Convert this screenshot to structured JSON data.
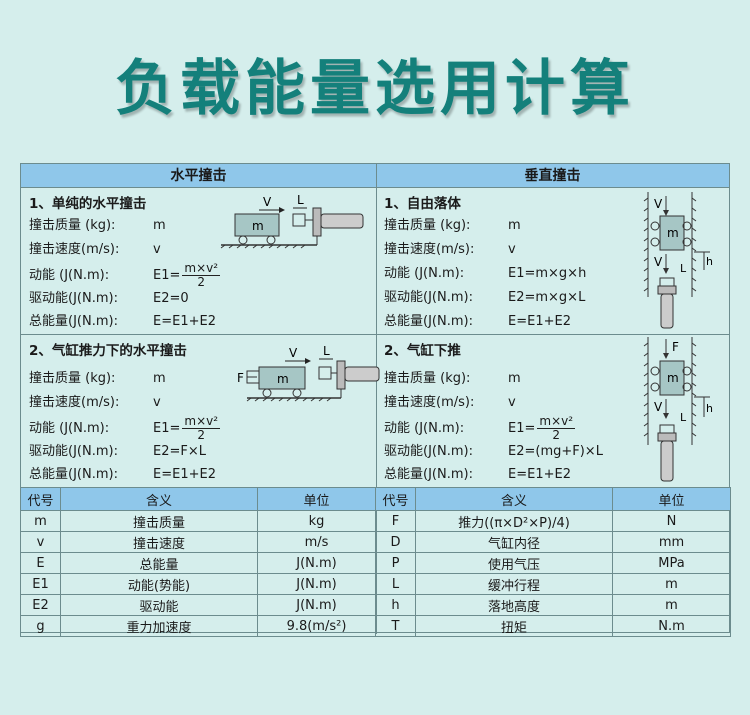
{
  "title": "负载能量选用计算",
  "columns": {
    "left": "水平撞击",
    "right": "垂直撞击"
  },
  "sections": {
    "s1": {
      "title": "1、单纯的水平撞击",
      "rows": [
        {
          "label": "撞击质量 (kg):",
          "value": "m"
        },
        {
          "label": "撞击速度(m/s):",
          "value": "v"
        },
        {
          "label": "动能    (J(N.m):",
          "prefix": "E1=",
          "num": "m×v²",
          "den": "2"
        },
        {
          "label": "驱动能(J(N.m):",
          "value": "E2=0"
        },
        {
          "label": "总能量(J(N.m):",
          "value": "E=E1+E2"
        }
      ],
      "diagram": {
        "mass": "m",
        "v": "V",
        "l": "L"
      }
    },
    "s2": {
      "title": "1、自由落体",
      "rows": [
        {
          "label": "撞击质量 (kg):",
          "value": "m"
        },
        {
          "label": "撞击速度(m/s):",
          "value": "v"
        },
        {
          "label": "动能    (J(N.m):",
          "value": "E1=m×g×h"
        },
        {
          "label": "驱动能(J(N.m):",
          "value": "E2=m×g×L"
        },
        {
          "label": "总能量(J(N.m):",
          "value": "E=E1+E2"
        }
      ],
      "diagram": {
        "mass": "m",
        "v": "V",
        "l": "L",
        "h": "h"
      }
    },
    "s3": {
      "title": "2、气缸推力下的水平撞击",
      "rows": [
        {
          "label": "撞击质量 (kg):",
          "value": "m"
        },
        {
          "label": "撞击速度(m/s):",
          "value": "v"
        },
        {
          "label": "动能    (J(N.m):",
          "prefix": "E1=",
          "num": "m×v²",
          "den": "2"
        },
        {
          "label": "驱动能(J(N.m):",
          "value": "E2=F×L"
        },
        {
          "label": "总能量(J(N.m):",
          "value": "E=E1+E2"
        }
      ],
      "diagram": {
        "mass": "m",
        "v": "V",
        "l": "L",
        "f": "F"
      }
    },
    "s4": {
      "title": "2、气缸下推",
      "rows": [
        {
          "label": "撞击质量 (kg):",
          "value": "m"
        },
        {
          "label": "撞击速度(m/s):",
          "value": "v"
        },
        {
          "label": "动能    (J(N.m):",
          "prefix": "E1=",
          "num": "m×v²",
          "den": "2"
        },
        {
          "label": "驱动能(J(N.m):",
          "value": "E2=(mg+F)×L"
        },
        {
          "label": "总能量(J(N.m):",
          "value": "E=E1+E2"
        }
      ],
      "diagram": {
        "mass": "m",
        "v": "V",
        "l": "L",
        "h": "h",
        "f": "F"
      }
    }
  },
  "legend": {
    "headers": [
      "代号",
      "含义",
      "单位",
      "代号",
      "含义",
      "单位"
    ],
    "rows": [
      [
        "m",
        "撞击质量",
        "kg",
        "F",
        "推力((π×D²×P)/4)",
        "N"
      ],
      [
        "v",
        "撞击速度",
        "m/s",
        "D",
        "气缸内径",
        "mm"
      ],
      [
        "E",
        "总能量",
        "J(N.m)",
        "P",
        "使用气压",
        "MPa"
      ],
      [
        "E1",
        "动能(势能)",
        "J(N.m)",
        "L",
        "缓冲行程",
        "m"
      ],
      [
        "E2",
        "驱动能",
        "J(N.m)",
        "h",
        "落地高度",
        "m"
      ],
      [
        "g",
        "重力加速度",
        "9.8(m/s²)",
        "T",
        "扭矩",
        "N.m"
      ]
    ]
  }
}
